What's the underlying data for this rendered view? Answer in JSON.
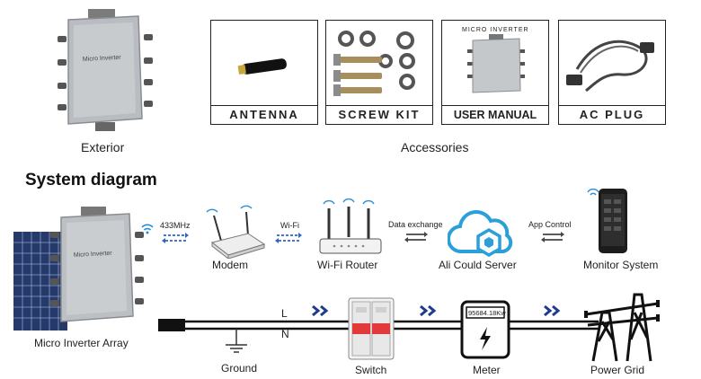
{
  "top": {
    "exterior_label": "Exterior",
    "accessories_label": "Accessories",
    "accessories": [
      {
        "label": "ANTENNA",
        "icon": "antenna-icon"
      },
      {
        "label": "SCREW KIT",
        "icon": "screw-kit-icon"
      },
      {
        "label": "USER MANUAL",
        "icon": "user-manual-icon",
        "inner_title": "MICRO INVERTER"
      },
      {
        "label": "AC PLUG",
        "icon": "ac-plug-icon"
      }
    ]
  },
  "diagram": {
    "title": "System diagram",
    "nodes": {
      "inverter": "Micro Inverter Array",
      "modem": "Modem",
      "router": "Wi-Fi Router",
      "server": "Ali Could Server",
      "monitor": "Monitor System",
      "ground": "Ground",
      "switch": "Switch",
      "meter": "Meter",
      "grid": "Power Grid"
    },
    "links": {
      "l1": "433MHz",
      "l2": "Wi-Fi",
      "l3": "Data exchange",
      "l4": "App Control"
    },
    "wires": {
      "live": "L",
      "neutral": "N"
    },
    "meter_reading": "95684.18Kw"
  },
  "colors": {
    "link_arrow": "#2a66c9",
    "cloud": "#2b9fd9",
    "flow_chevron": "#1f3c8c",
    "breaker_red": "#e23a3a"
  }
}
